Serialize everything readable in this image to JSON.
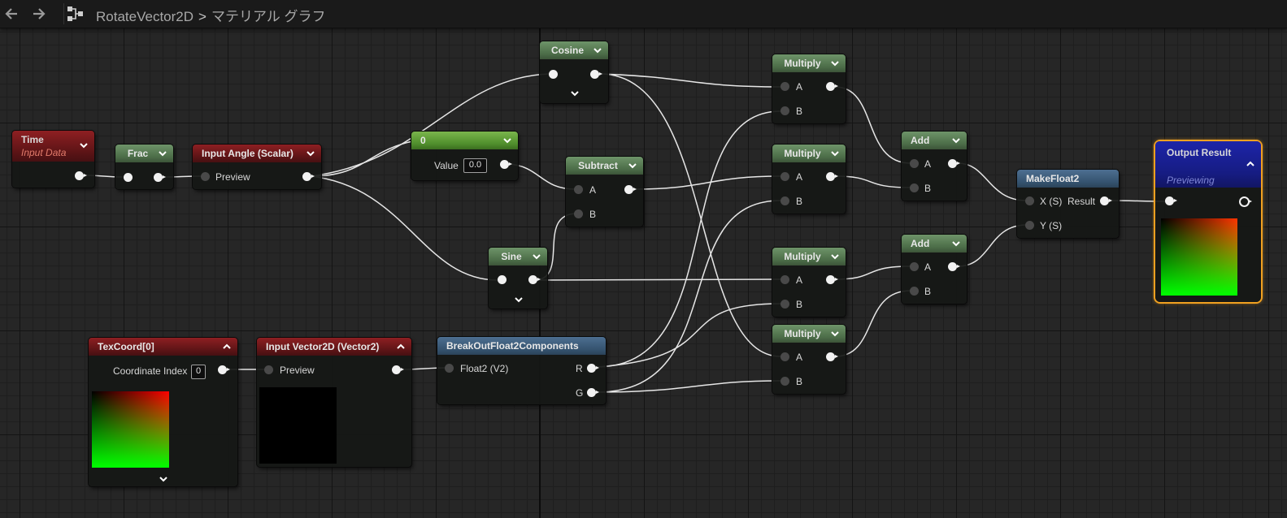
{
  "toolbar": {
    "back_icon": "arrow-left-icon",
    "forward_icon": "arrow-right-icon",
    "graph_icon": "material-graph-icon",
    "breadcrumb_asset": "RotateVector2D",
    "breadcrumb_separator": ">",
    "breadcrumb_graph": "マテリアル グラフ"
  },
  "colors": {
    "input_header": "#8e1f22",
    "function_header": "#4c6d48",
    "constant_header": "#4f8e2c",
    "struct_header": "#35536f",
    "output_header": "#161c82",
    "output_border": "#f0a020",
    "wire": "#e6e6e6"
  },
  "nodes": {
    "time": {
      "title": "Time",
      "subtitle": "Input Data"
    },
    "frac": {
      "title": "Frac"
    },
    "input_angle": {
      "title": "Input Angle (Scalar)",
      "pin_preview": "Preview"
    },
    "constant": {
      "title": "0",
      "value_label": "Value",
      "value": "0.0"
    },
    "cosine": {
      "title": "Cosine"
    },
    "sine": {
      "title": "Sine"
    },
    "subtract": {
      "title": "Subtract",
      "pin_a": "A",
      "pin_b": "B"
    },
    "multiply1": {
      "title": "Multiply",
      "pin_a": "A",
      "pin_b": "B"
    },
    "multiply2": {
      "title": "Multiply",
      "pin_a": "A",
      "pin_b": "B"
    },
    "multiply3": {
      "title": "Multiply",
      "pin_a": "A",
      "pin_b": "B"
    },
    "multiply4": {
      "title": "Multiply",
      "pin_a": "A",
      "pin_b": "B"
    },
    "add1": {
      "title": "Add",
      "pin_a": "A",
      "pin_b": "B"
    },
    "add2": {
      "title": "Add",
      "pin_a": "A",
      "pin_b": "B"
    },
    "make_float2": {
      "title": "MakeFloat2",
      "pin_x": "X (S)",
      "pin_y": "Y (S)",
      "pin_result": "Result"
    },
    "output_result": {
      "title": "Output Result",
      "subtitle": "Previewing"
    },
    "texcoord": {
      "title": "TexCoord[0]",
      "index_label": "Coordinate Index",
      "index_value": "0"
    },
    "input_vector2d": {
      "title": "Input Vector2D (Vector2)",
      "pin_preview": "Preview"
    },
    "breakout": {
      "title": "BreakOutFloat2Components",
      "pin_in": "Float2 (V2)",
      "pin_r": "R",
      "pin_g": "G"
    }
  }
}
